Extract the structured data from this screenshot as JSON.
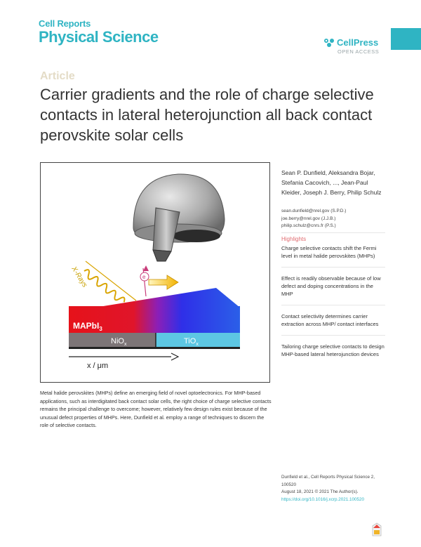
{
  "journal": {
    "line1": "Cell Reports",
    "line2": "Physical Science"
  },
  "publisher": {
    "name": "CellPress",
    "access": "OPEN ACCESS"
  },
  "article_label": "Article",
  "title": "Carrier gradients and the role of charge selective contacts in lateral heterojunction all back contact perovskite solar cells",
  "figure": {
    "xrays": "X-Rays",
    "electron": "e",
    "layer_top": "MAPbI",
    "layer_top_sub": "3",
    "layer_left": "NiO",
    "layer_left_sub": "x",
    "layer_right": "TiO",
    "layer_right_sub": "x",
    "axis": "x / μm"
  },
  "authors": "Sean P. Dunfield, Aleksandra Bojar, Stefania Cacovich, ..., Jean-Paul Kleider, Joseph J. Berry, Philip Schulz",
  "emails": [
    "sean.dunfield@nrel.gov (S.P.D.)",
    "joe.berry@nrel.gov (J.J.B.)",
    "philip.schulz@cnrs.fr (P.S.)"
  ],
  "highlights": {
    "heading": "Highlights",
    "items": [
      "Charge selective contacts shift the Fermi level in metal halide perovskites (MHPs)",
      "Effect is readily observable because of low defect and doping concentrations in the MHP",
      "Contact selectivity determines carrier extraction across MHP/ contact interfaces",
      "Tailoring charge selective contacts to design MHP-based lateral heterojunction devices"
    ]
  },
  "abstract": "Metal halide perovskites (MHPs) define an emerging field of novel optoelectronics. For MHP-based applications, such as interdigitated back contact solar cells, the right choice of charge selective contacts remains the principal challenge to overcome; however, relatively few design rules exist because of the unusual defect properties of MHPs. Here, Dunfield et al. employ a range of techniques to discern the role of selective contacts.",
  "citation": {
    "ref": "Dunfield et al., Cell Reports Physical Science 2, 100520",
    "date": "August 18, 2021 © 2021 The Author(s).",
    "doi": "https://doi.org/10.1016/j.xcrp.2021.100520"
  },
  "colors": {
    "brand": "#2fb4c3",
    "highlight_heading": "#e06a6f",
    "article_label": "#e4dcc7"
  }
}
